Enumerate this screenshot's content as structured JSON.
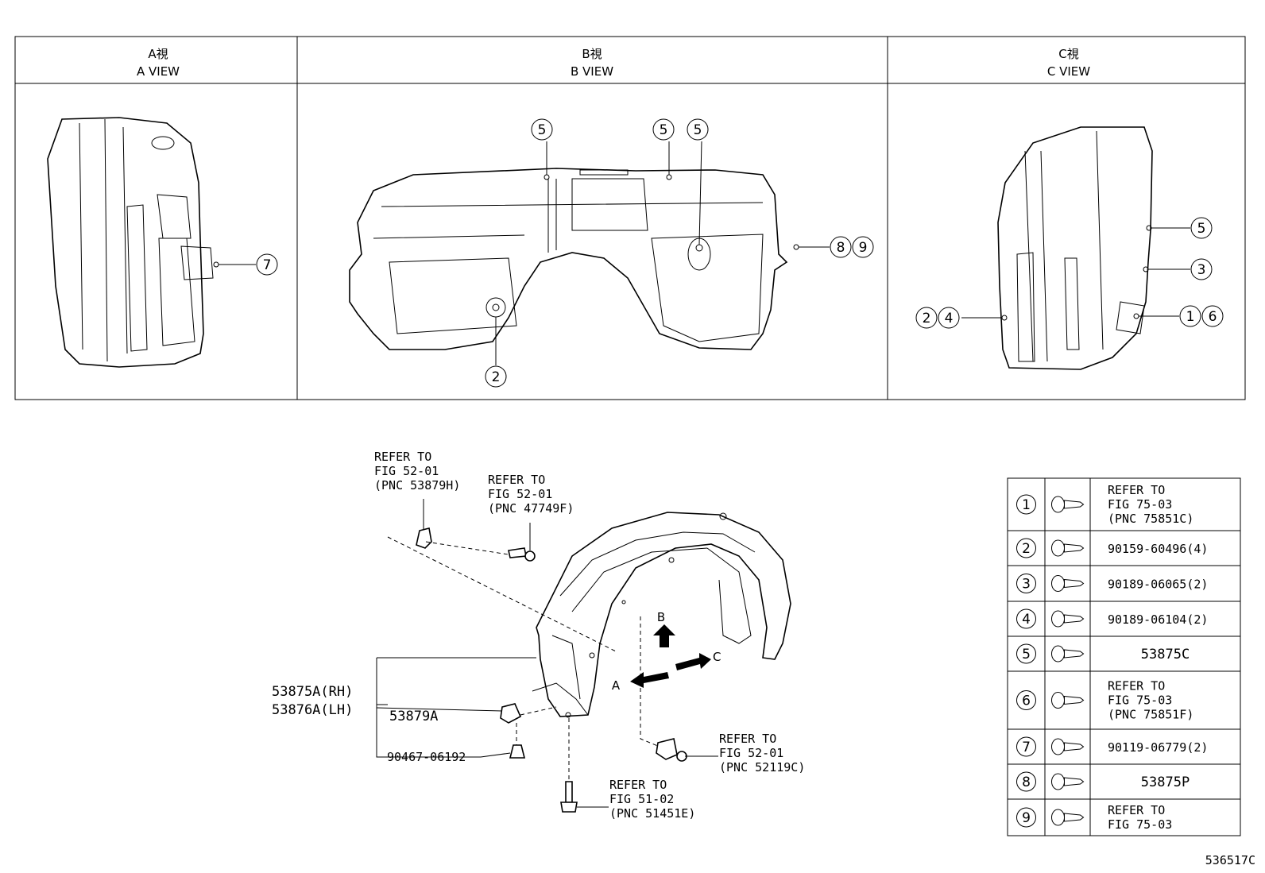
{
  "views": [
    {
      "jp": "A視",
      "en": "A VIEW"
    },
    {
      "jp": "B視",
      "en": "B VIEW"
    },
    {
      "jp": "C視",
      "en": "C VIEW"
    }
  ],
  "callouts": {
    "a_7": "7",
    "b_5a": "5",
    "b_5b": "5",
    "b_5c": "5",
    "b_8": "8",
    "b_9": "9",
    "b_2": "2",
    "c_5": "5",
    "c_3": "3",
    "c_2": "2",
    "c_4": "4",
    "c_1": "1",
    "c_6": "6"
  },
  "main": {
    "part_rh": "53875A(RH)",
    "part_lh": "53876A(LH)",
    "part_clip": "53879A",
    "part_screw": "90467-06192",
    "arrow_a": "A",
    "arrow_b": "B",
    "arrow_c": "C",
    "ref1": [
      "REFER TO",
      "FIG 52-01",
      "(PNC 53879H)"
    ],
    "ref2": [
      "REFER TO",
      "FIG 52-01",
      "(PNC 47749F)"
    ],
    "ref3": [
      "REFER TO",
      "FIG 52-01",
      "(PNC 52119C)"
    ],
    "ref4": [
      "REFER TO",
      "FIG 51-02",
      "(PNC 51451E)"
    ]
  },
  "parts_table": [
    {
      "no": "1",
      "icon": "bolt-washer-icon",
      "lines": [
        "REFER TO",
        "FIG 75-03",
        "(PNC 75851C)"
      ]
    },
    {
      "no": "2",
      "icon": "screw-cross-icon",
      "lines": [
        "90159-60496(4)"
      ]
    },
    {
      "no": "3",
      "icon": "clip-icon",
      "lines": [
        "90189-06065(2)"
      ]
    },
    {
      "no": "4",
      "icon": "clip-icon",
      "lines": [
        "90189-06104(2)"
      ]
    },
    {
      "no": "5",
      "icon": "grommet-clip-icon",
      "lines": [
        "53875C"
      ]
    },
    {
      "no": "6",
      "icon": "clip-icon",
      "lines": [
        "REFER TO",
        "FIG 75-03",
        "(PNC 75851F)"
      ]
    },
    {
      "no": "7",
      "icon": "bolt-icon",
      "lines": [
        "90119-06779(2)"
      ]
    },
    {
      "no": "8",
      "icon": "tapping-screw-icon",
      "lines": [
        "53875P"
      ]
    },
    {
      "no": "9",
      "icon": "nut-clip-icon",
      "lines": [
        "REFER TO",
        "FIG 75-03"
      ]
    }
  ],
  "drawing_number": "536517C"
}
